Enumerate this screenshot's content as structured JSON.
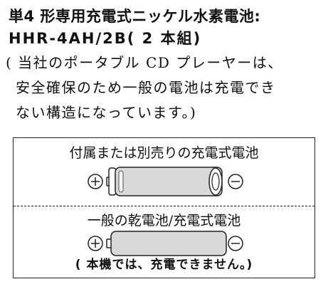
{
  "heading": {
    "line1": "単4 形専用充電式ニッケル水素電池:",
    "line2": "HHR-4AH/2B( 2 本組)"
  },
  "note": {
    "line1": "( 当社のポータブル CD プレーヤーは、",
    "line2": "安全確保のため一般の電池は充電でき",
    "line3": "ない構造になっています。)"
  },
  "diagram": {
    "rechargeable_label": "付属または別売りの充電式電池",
    "dry_cell_label": "一般の乾電池/充電式電池",
    "footer": "( 本機では、充電できません。)",
    "plus_symbol": "+",
    "minus_symbol": "−"
  }
}
